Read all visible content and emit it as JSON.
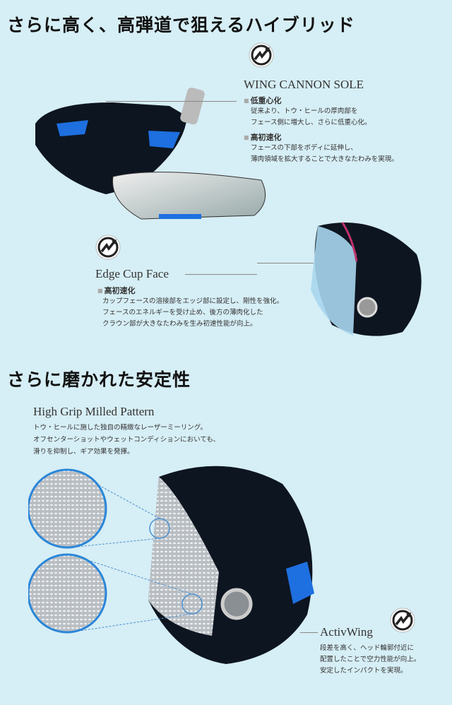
{
  "section1": {
    "title": "さらに高く、高弾道で狙えるハイブリッド",
    "wing_cannon": {
      "icon": "wing-arrow-badge-icon",
      "title": "WING CANNON SOLE",
      "points": [
        {
          "heading": "低重心化",
          "lines": [
            "従来より、トウ・ヒールの厚肉部を",
            "フェース側に増大し、さらに低重心化。"
          ]
        },
        {
          "heading": "高初速化",
          "lines": [
            "フェースの下部をボディに延伸し、",
            "薄肉領域を拡大することで大きなたわみを実現。"
          ]
        }
      ]
    },
    "edge_cup": {
      "icon": "wing-arrow-badge-icon",
      "title": "Edge Cup Face",
      "heading": "高初速化",
      "lines": [
        "カップフェースの溶接部をエッジ部に設定し、剛性を強化。",
        "フェースのエネルギーを受け止め、後方の薄肉化した",
        "クラウン部が大きなたわみを生み初速性能が向上。"
      ]
    }
  },
  "section2": {
    "title": "さらに磨かれた安定性",
    "milled": {
      "title": "High Grip Milled Pattern",
      "lines": [
        "トウ・ヒールに施した独自の精緻なレーザーミーリング。",
        "オフセンターショットやウェットコンディションにおいても、",
        "滑りを抑制し、ギア効果を発揮。"
      ]
    },
    "activwing": {
      "icon": "wing-arrow-badge-icon",
      "title": "ActivWing",
      "lines": [
        "段差を高く、ヘッド輪郭付近に",
        "配置したことで空力性能が向上。",
        "安定したインパクトを実現。"
      ]
    }
  },
  "colors": {
    "background": "#d6eef5",
    "accent_blue": "#1e6fe0",
    "club_black": "#0d1520"
  }
}
